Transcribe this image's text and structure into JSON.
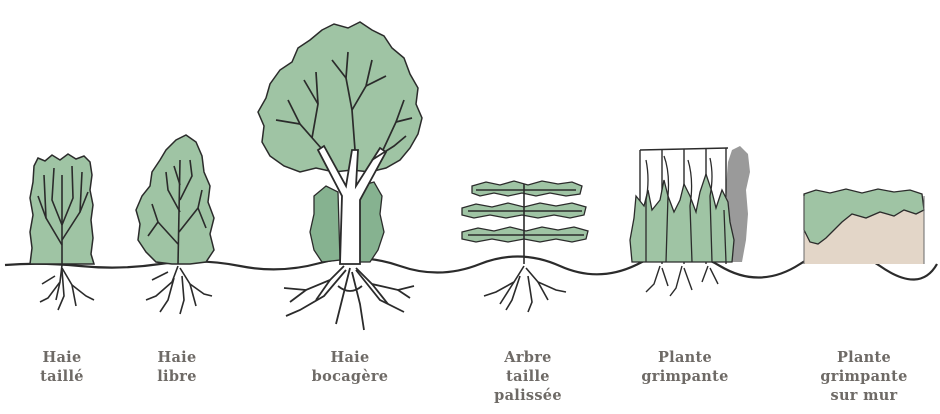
{
  "figure": {
    "labels": [
      {
        "id": "haie-taille",
        "lines": [
          "Haie",
          "taillé"
        ]
      },
      {
        "id": "haie-libre",
        "lines": [
          "Haie",
          "libre"
        ]
      },
      {
        "id": "haie-bocagere",
        "lines": [
          "Haie",
          "bocagère"
        ]
      },
      {
        "id": "arbre-taille-palisse",
        "lines": [
          "Arbre",
          "taille",
          "palissée"
        ]
      },
      {
        "id": "plante-grimpante",
        "lines": [
          "Plante",
          "grimpante"
        ]
      },
      {
        "id": "plante-grimpante-sur-mur",
        "lines": [
          "Plante",
          "grimpante",
          "sur mur"
        ]
      }
    ]
  },
  "colors": {
    "foliage": "#9fc4a4",
    "foliage_dark": "#86b290",
    "ink": "#2b2b2b",
    "wall": "#e3d6c8",
    "shadow": "#9a9a9a",
    "label": "#6e6a66"
  }
}
